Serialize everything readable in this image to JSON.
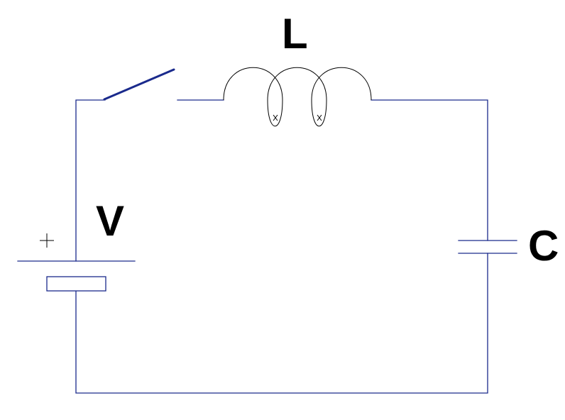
{
  "labels": {
    "inductor": "L",
    "source": "V",
    "capacitor": "C"
  },
  "colors": {
    "wire": "#1a2a8c",
    "coil": "#000000",
    "background": "#ffffff"
  },
  "components": {
    "switch": "open-switch-icon",
    "inductor": "inductor-coil-icon",
    "battery": "battery-icon",
    "capacitor": "capacitor-icon"
  },
  "switch_state": "open"
}
